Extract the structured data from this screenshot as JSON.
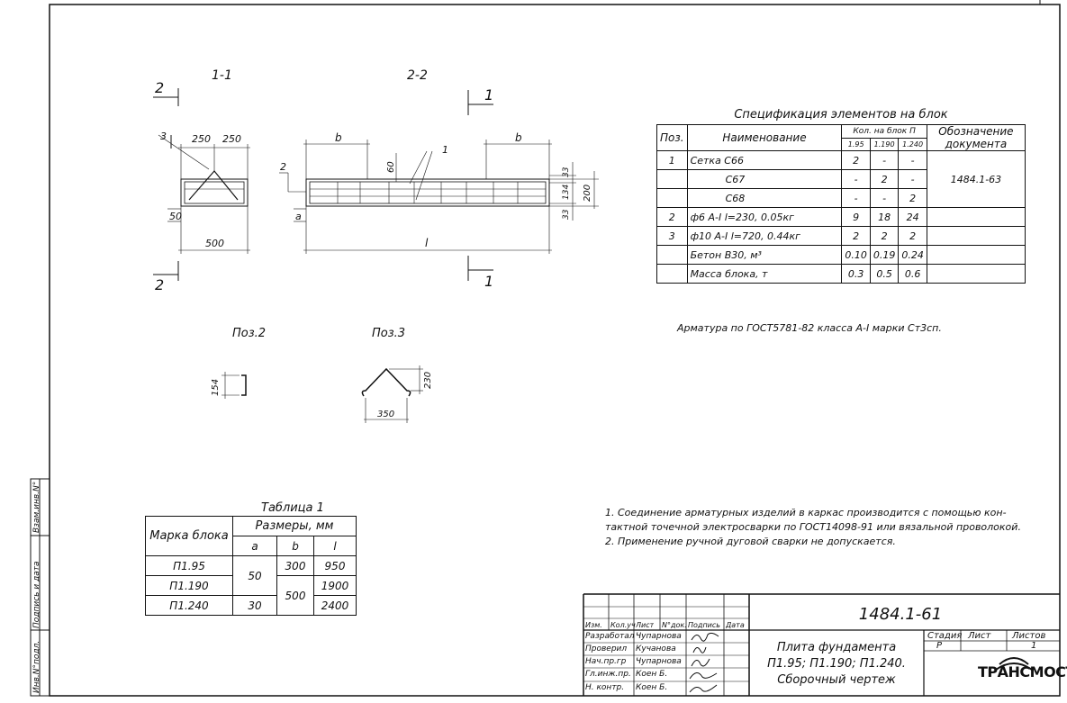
{
  "drawing": {
    "section_1_1": "1-1",
    "section_2_2": "2-2",
    "cut_labels": [
      "2",
      "2",
      "1",
      "1"
    ],
    "dims_1_1": {
      "w1": "250",
      "w2": "250",
      "bottom": "500",
      "left": "50",
      "pos": "3"
    },
    "dims_2_2": {
      "b_left": "b",
      "b_right": "b",
      "h60": "60",
      "pos1": "1",
      "pos2": "2",
      "a": "a",
      "l": "l",
      "d33_top": "33",
      "d134": "134",
      "d33_bot": "33",
      "d200": "200"
    },
    "pos2_label": "Поз.2",
    "pos3_label": "Поз.3",
    "pos2_dim": "154",
    "pos3_dim_w": "350",
    "pos3_dim_h": "230"
  },
  "spec": {
    "title": "Спецификация элементов на блок",
    "headers": {
      "pos": "Поз.",
      "name": "Наименование",
      "qty": "Кол. на блок П",
      "doc": "Обозначение документа"
    },
    "sub_headers": [
      "1.95",
      "1.190",
      "1.240"
    ],
    "rows": [
      {
        "pos": "1",
        "name": "Сетка С66",
        "q1": "2",
        "q2": "-",
        "q3": "-"
      },
      {
        "pos": "",
        "name": "С67",
        "q1": "-",
        "q2": "2",
        "q3": "-"
      },
      {
        "pos": "",
        "name": "С68",
        "q1": "-",
        "q2": "-",
        "q3": "2"
      },
      {
        "pos": "2",
        "name": "ф6 А-I  l=230,  0.05кг",
        "q1": "9",
        "q2": "18",
        "q3": "24"
      },
      {
        "pos": "3",
        "name": "ф10 А-I  l=720,  0.44кг",
        "q1": "2",
        "q2": "2",
        "q3": "2"
      },
      {
        "pos": "",
        "name": "Бетон В30,  м³",
        "q1": "0.10",
        "q2": "0.19",
        "q3": "0.24"
      },
      {
        "pos": "",
        "name": "Масса блока,  т",
        "q1": "0.3",
        "q2": "0.5",
        "q3": "0.6"
      }
    ],
    "doc_value": "1484.1-63",
    "note": "Арматура по ГОСТ5781-82 класса А-I марки Ст3сп."
  },
  "table1": {
    "title": "Таблица 1",
    "h_mark": "Марка блока",
    "h_sizes": "Размеры, мм",
    "h_a": "a",
    "h_b": "b",
    "h_l": "l",
    "rows": [
      {
        "mark": "П1.95",
        "a": "50",
        "b": "300",
        "l": "950"
      },
      {
        "mark": "П1.190",
        "b": "500",
        "l": "1900"
      },
      {
        "mark": "П1.240",
        "a": "30",
        "l": "2400"
      }
    ]
  },
  "notes": [
    "1. Соединение арматурных изделий в каркас производится с помощью кон-",
    "тактной точечной электросварки по ГОСТ14098-91 или вязальной проволокой.",
    "2. Применение ручной дуговой сварки не допускается."
  ],
  "title_block": {
    "code": "1484.1-61",
    "header_cells": [
      "Изм.",
      "Кол.уч",
      "Лист",
      "N°док.",
      "Подпись",
      "Дата"
    ],
    "rows": [
      {
        "role": "Разработал",
        "name": "Чупарнова"
      },
      {
        "role": "Проверил",
        "name": "Кучанова"
      },
      {
        "role": "Нач.пр.гр",
        "name": "Чупарнова"
      },
      {
        "role": "Гл.инж.пр.",
        "name": "Коен Б."
      },
      {
        "role": "Н. контр.",
        "name": "Коен Б."
      }
    ],
    "name_lines": [
      "Плита фундамента",
      "П1.95; П1.190; П1.240.",
      "Сборочный чертеж"
    ],
    "stage_h": "Стадия",
    "sheet_h": "Лист",
    "sheets_h": "Листов",
    "stage": "Р",
    "sheets": "1",
    "logo": "ТРАНСМОСТ"
  },
  "side_strip": [
    "Инв.N°подл.",
    "Подпись и дата",
    "Взам.инв.N°"
  ]
}
